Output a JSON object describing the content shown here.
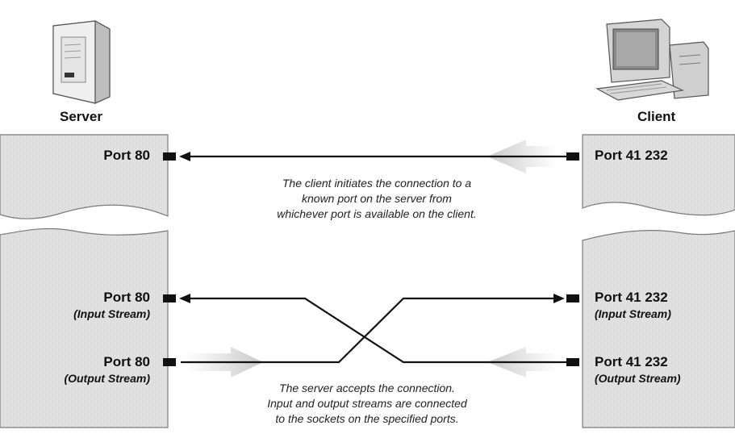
{
  "server": {
    "label": "Server",
    "port_top": "Port 80",
    "port_input": "Port 80",
    "input_sub": "(Input Stream)",
    "port_output": "Port 80",
    "output_sub": "(Output Stream)"
  },
  "client": {
    "label": "Client",
    "port_top": "Port 41 232",
    "port_input": "Port 41 232",
    "input_sub": "(Input Stream)",
    "port_output": "Port 41 232",
    "output_sub": "(Output Stream)"
  },
  "notes": {
    "connect": [
      "The client initiates the connection to a",
      "known port on the server from",
      "whichever port is available on the client."
    ],
    "accept": [
      "The server accepts the connection.",
      "Input and output streams are connected",
      "to the sockets on the specified ports."
    ]
  },
  "icons": {
    "server": "server-tower-icon",
    "client": "desktop-computer-icon"
  },
  "colors": {
    "panel": "#e2e2e2",
    "line": "#111111",
    "flow_arrow": "#cfcfcf"
  }
}
